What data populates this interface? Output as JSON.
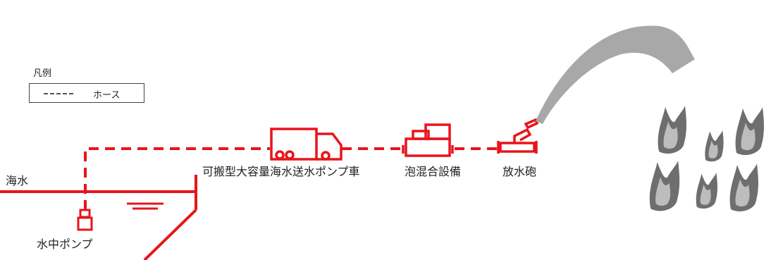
{
  "legend": {
    "title": "凡例",
    "hose_label": "ホース"
  },
  "labels": {
    "seawater": "海水",
    "submersible_pump": "水中ポンプ",
    "pump_truck": "可搬型大容量海水送水ポンプ車",
    "foam_mixer": "泡混合設備",
    "water_cannon": "放水砲"
  },
  "colors": {
    "equipment_red": "#e8141b",
    "spray_gray": "#a8a8a8",
    "flame_dark": "#6e6e6e"
  }
}
